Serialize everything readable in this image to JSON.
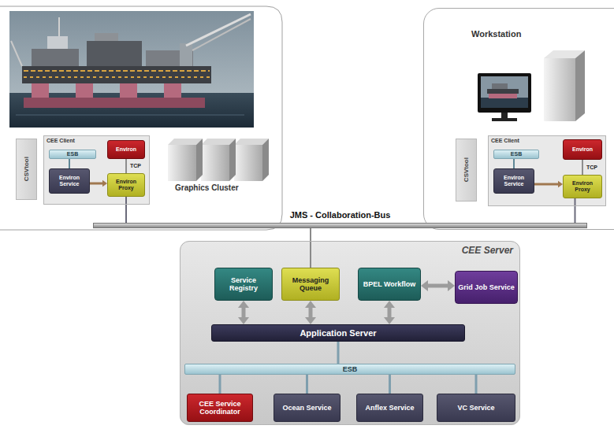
{
  "diagram": {
    "nodes": [
      {
        "text": [
          "CSVtool"
        ]
      },
      {
        "text": [
          "CEE Client"
        ]
      },
      {
        "text": [
          "ESB"
        ],
        "in": 1
      },
      {
        "text": [
          "Environ"
        ],
        "in": 1
      },
      {
        "text": [
          "Environ Service"
        ],
        "in": 1
      },
      {
        "text": [
          "Environ Proxy"
        ],
        "in": 1
      },
      {
        "text": [
          "Workstation"
        ]
      },
      {
        "text": [
          "CSVtool"
        ],
        "in": 6
      },
      {
        "text": [
          "CEE Client"
        ],
        "in": 6
      },
      {
        "text": [
          "ESB"
        ],
        "in": 8
      },
      {
        "text": [
          "Environ"
        ],
        "in": 8
      },
      {
        "text": [
          "Environ Service"
        ],
        "in": 8
      },
      {
        "text": [
          "Environ Proxy"
        ],
        "in": 8
      },
      {
        "text": [
          "JMS - Collaboration-Bus"
        ]
      },
      {
        "text": [
          "CEE Server"
        ]
      },
      {
        "text": [
          "Service Registry"
        ],
        "in": 14
      },
      {
        "text": [
          "Messaging Queue"
        ],
        "in": 14
      },
      {
        "text": [
          "BPEL Workflow"
        ],
        "in": 14
      },
      {
        "text": [
          "Grid Job Service"
        ],
        "in": 14
      },
      {
        "text": [
          "Application Server"
        ],
        "in": 14
      },
      {
        "text": [
          "ESB"
        ],
        "in": 14
      },
      {
        "text": [
          "CEE Service Coordinator"
        ],
        "in": 14
      },
      {
        "text": [
          "Ocean Service"
        ],
        "in": 14
      },
      {
        "text": [
          "Anflex Service"
        ],
        "in": 14
      },
      {
        "text": [
          "VC Service"
        ],
        "in": 14
      }
    ],
    "edges": [
      {
        "from": 2,
        "to": 4,
        "arrow": "none"
      },
      {
        "from": 4,
        "to": 5,
        "arrow": "to"
      },
      {
        "from": 3,
        "to": 5,
        "label": "TCP",
        "arrow": "none"
      },
      {
        "from": 5,
        "to": 13,
        "arrow": "none"
      },
      {
        "from": 9,
        "to": 11,
        "arrow": "none"
      },
      {
        "from": 11,
        "to": 12,
        "arrow": "to"
      },
      {
        "from": 10,
        "to": 12,
        "label": "TCP",
        "arrow": "none"
      },
      {
        "from": 12,
        "to": 13,
        "arrow": "none"
      },
      {
        "from": 13,
        "to": 16,
        "arrow": "none"
      },
      {
        "from": 15,
        "to": 19,
        "arrow": "both"
      },
      {
        "from": 16,
        "to": 19,
        "arrow": "both"
      },
      {
        "from": 17,
        "to": 19,
        "arrow": "both"
      },
      {
        "from": 17,
        "to": 18,
        "arrow": "both"
      },
      {
        "from": 19,
        "to": 20,
        "arrow": "none"
      },
      {
        "from": 20,
        "to": 21,
        "arrow": "none"
      },
      {
        "from": 20,
        "to": 22,
        "arrow": "none"
      },
      {
        "from": 20,
        "to": 23,
        "arrow": "none"
      },
      {
        "from": 20,
        "to": 24,
        "arrow": "none"
      }
    ],
    "labels": [
      "Graphics Cluster"
    ]
  }
}
